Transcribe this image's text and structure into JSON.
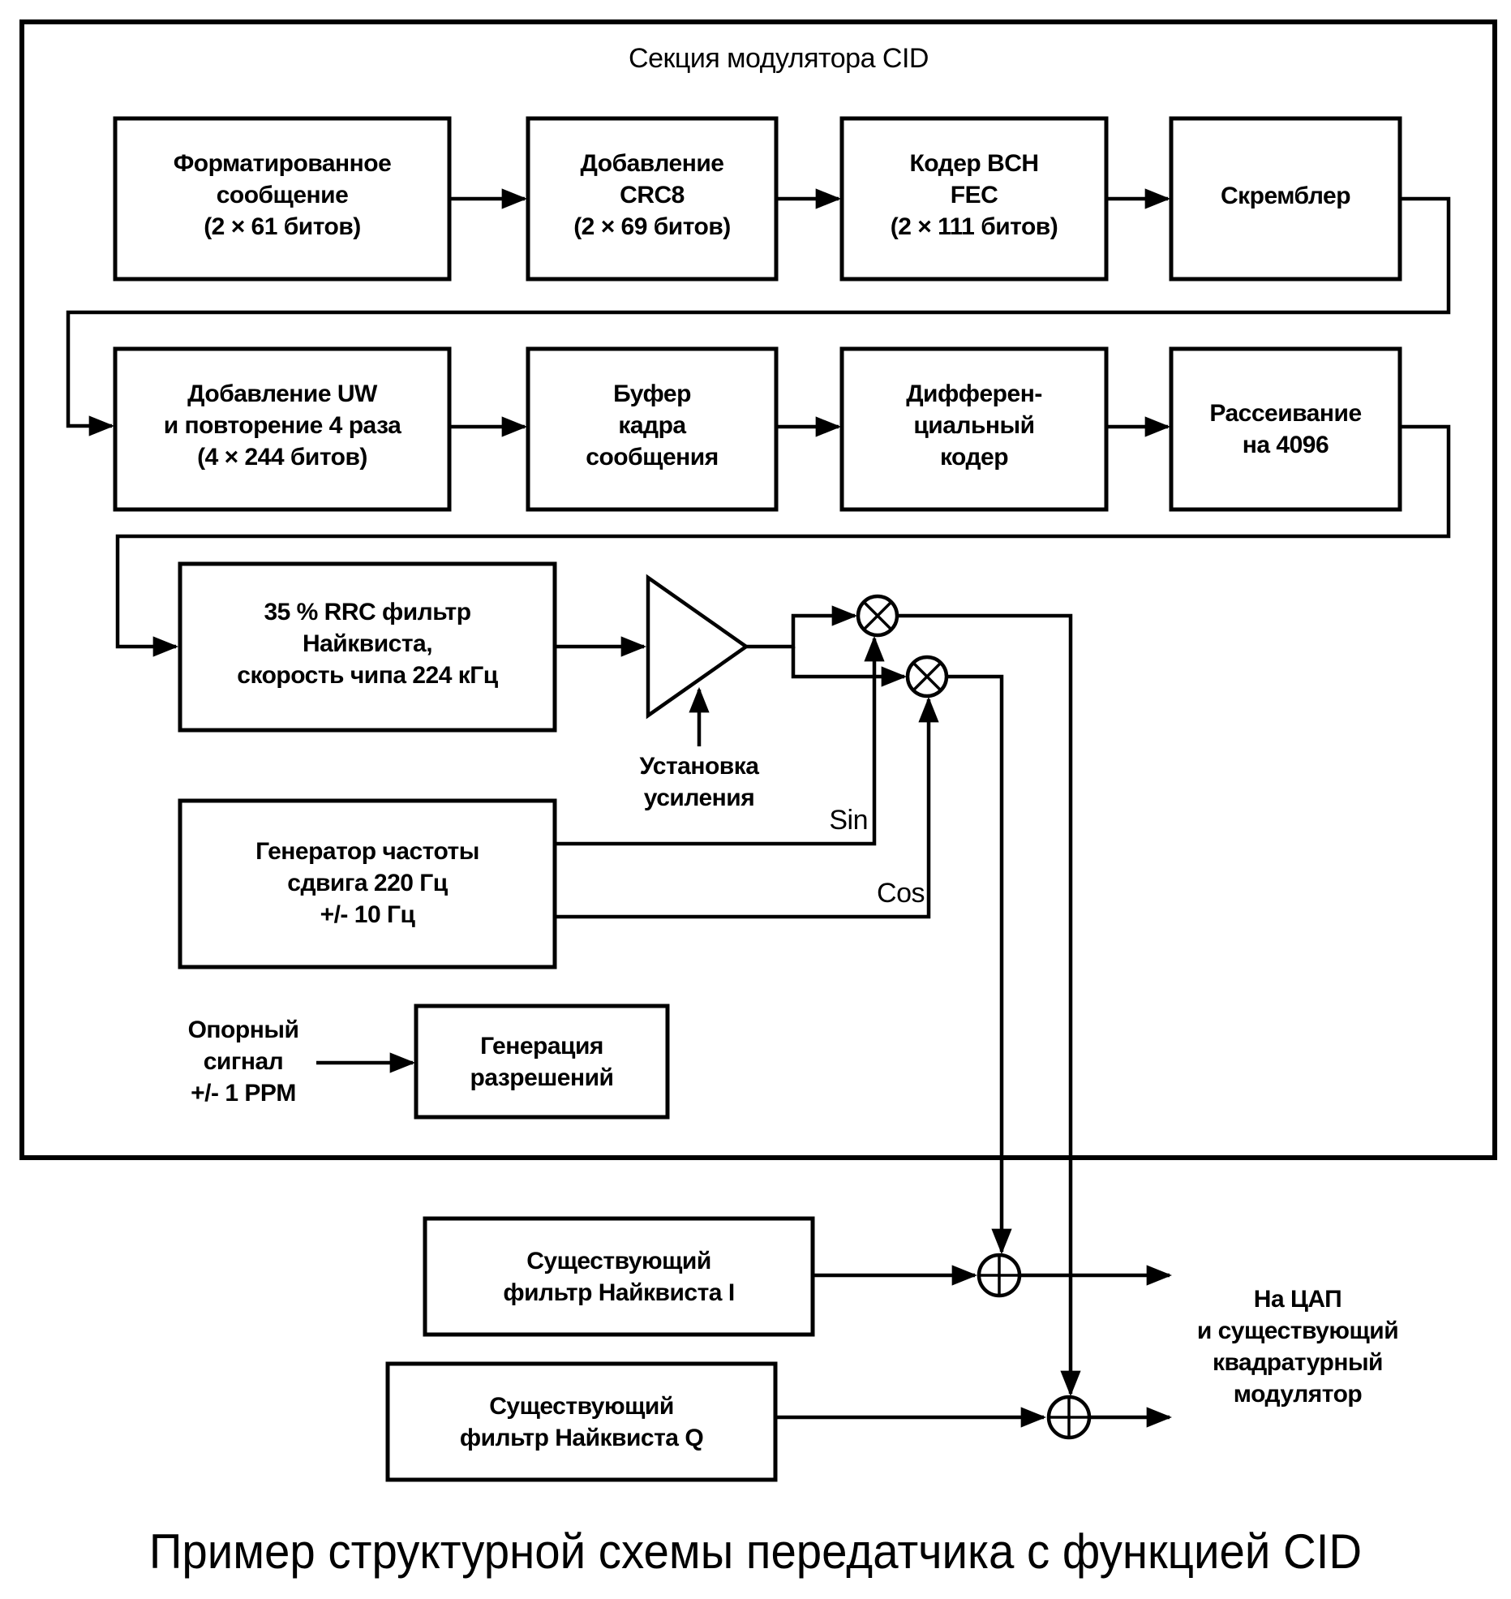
{
  "section_title": "Секция модулятора CID",
  "colors": {
    "line": "#000000",
    "background": "#ffffff"
  },
  "row1": [
    {
      "id": "formatted-message",
      "text": "Форматированное\nсообщение\n(2 × 61 битов)"
    },
    {
      "id": "add-crc8",
      "text": "Добавление\nCRC8\n(2 × 69 битов)"
    },
    {
      "id": "bch-fec-encoder",
      "text": "Кодер BCH\nFEC\n(2 × 111 битов)"
    },
    {
      "id": "scrambler",
      "text": "Скремблер"
    }
  ],
  "row2": [
    {
      "id": "add-uw-repeat",
      "text": "Добавление UW\nи повторение 4 раза\n(4 × 244 битов)"
    },
    {
      "id": "frame-buffer",
      "text": "Буфер\nкадра\nсообщения"
    },
    {
      "id": "differential-encoder",
      "text": "Диффepeн-\nциальный\nкодер"
    },
    {
      "id": "spreading",
      "text": "Рассеивание\nна 4096"
    }
  ],
  "rrc_filter": {
    "text": "35 % RRC фильтр\nНайквиста,\nскорость чипа 224 кГц"
  },
  "gain_setting": {
    "text": "Установка\nусиления"
  },
  "shift_generator": {
    "text": "Генератор частоты\nсдвига 220 Гц\n+/- 10 Гц"
  },
  "sin_label": "Sin",
  "cos_label": "Cos",
  "reference_signal": {
    "text": "Опорный\nсигнал\n+/- 1 PPM"
  },
  "permission_generation": {
    "text": "Генерация\nразрешений"
  },
  "nyquist_i": {
    "text": "Существующий\nфильтр Найквиста I"
  },
  "nyquist_q": {
    "text": "Существующий\nфильтр Найквиста Q"
  },
  "output_label": {
    "text": "На ЦАП\nи существующий\nквадратурный\nмодулятор"
  },
  "symbols": {
    "mixer": "multiplier-circle-icon",
    "adder": "summer-circle-icon",
    "amplifier": "triangle-amplifier-icon"
  },
  "caption": "Пример структурной схемы передатчика с функцией CID"
}
